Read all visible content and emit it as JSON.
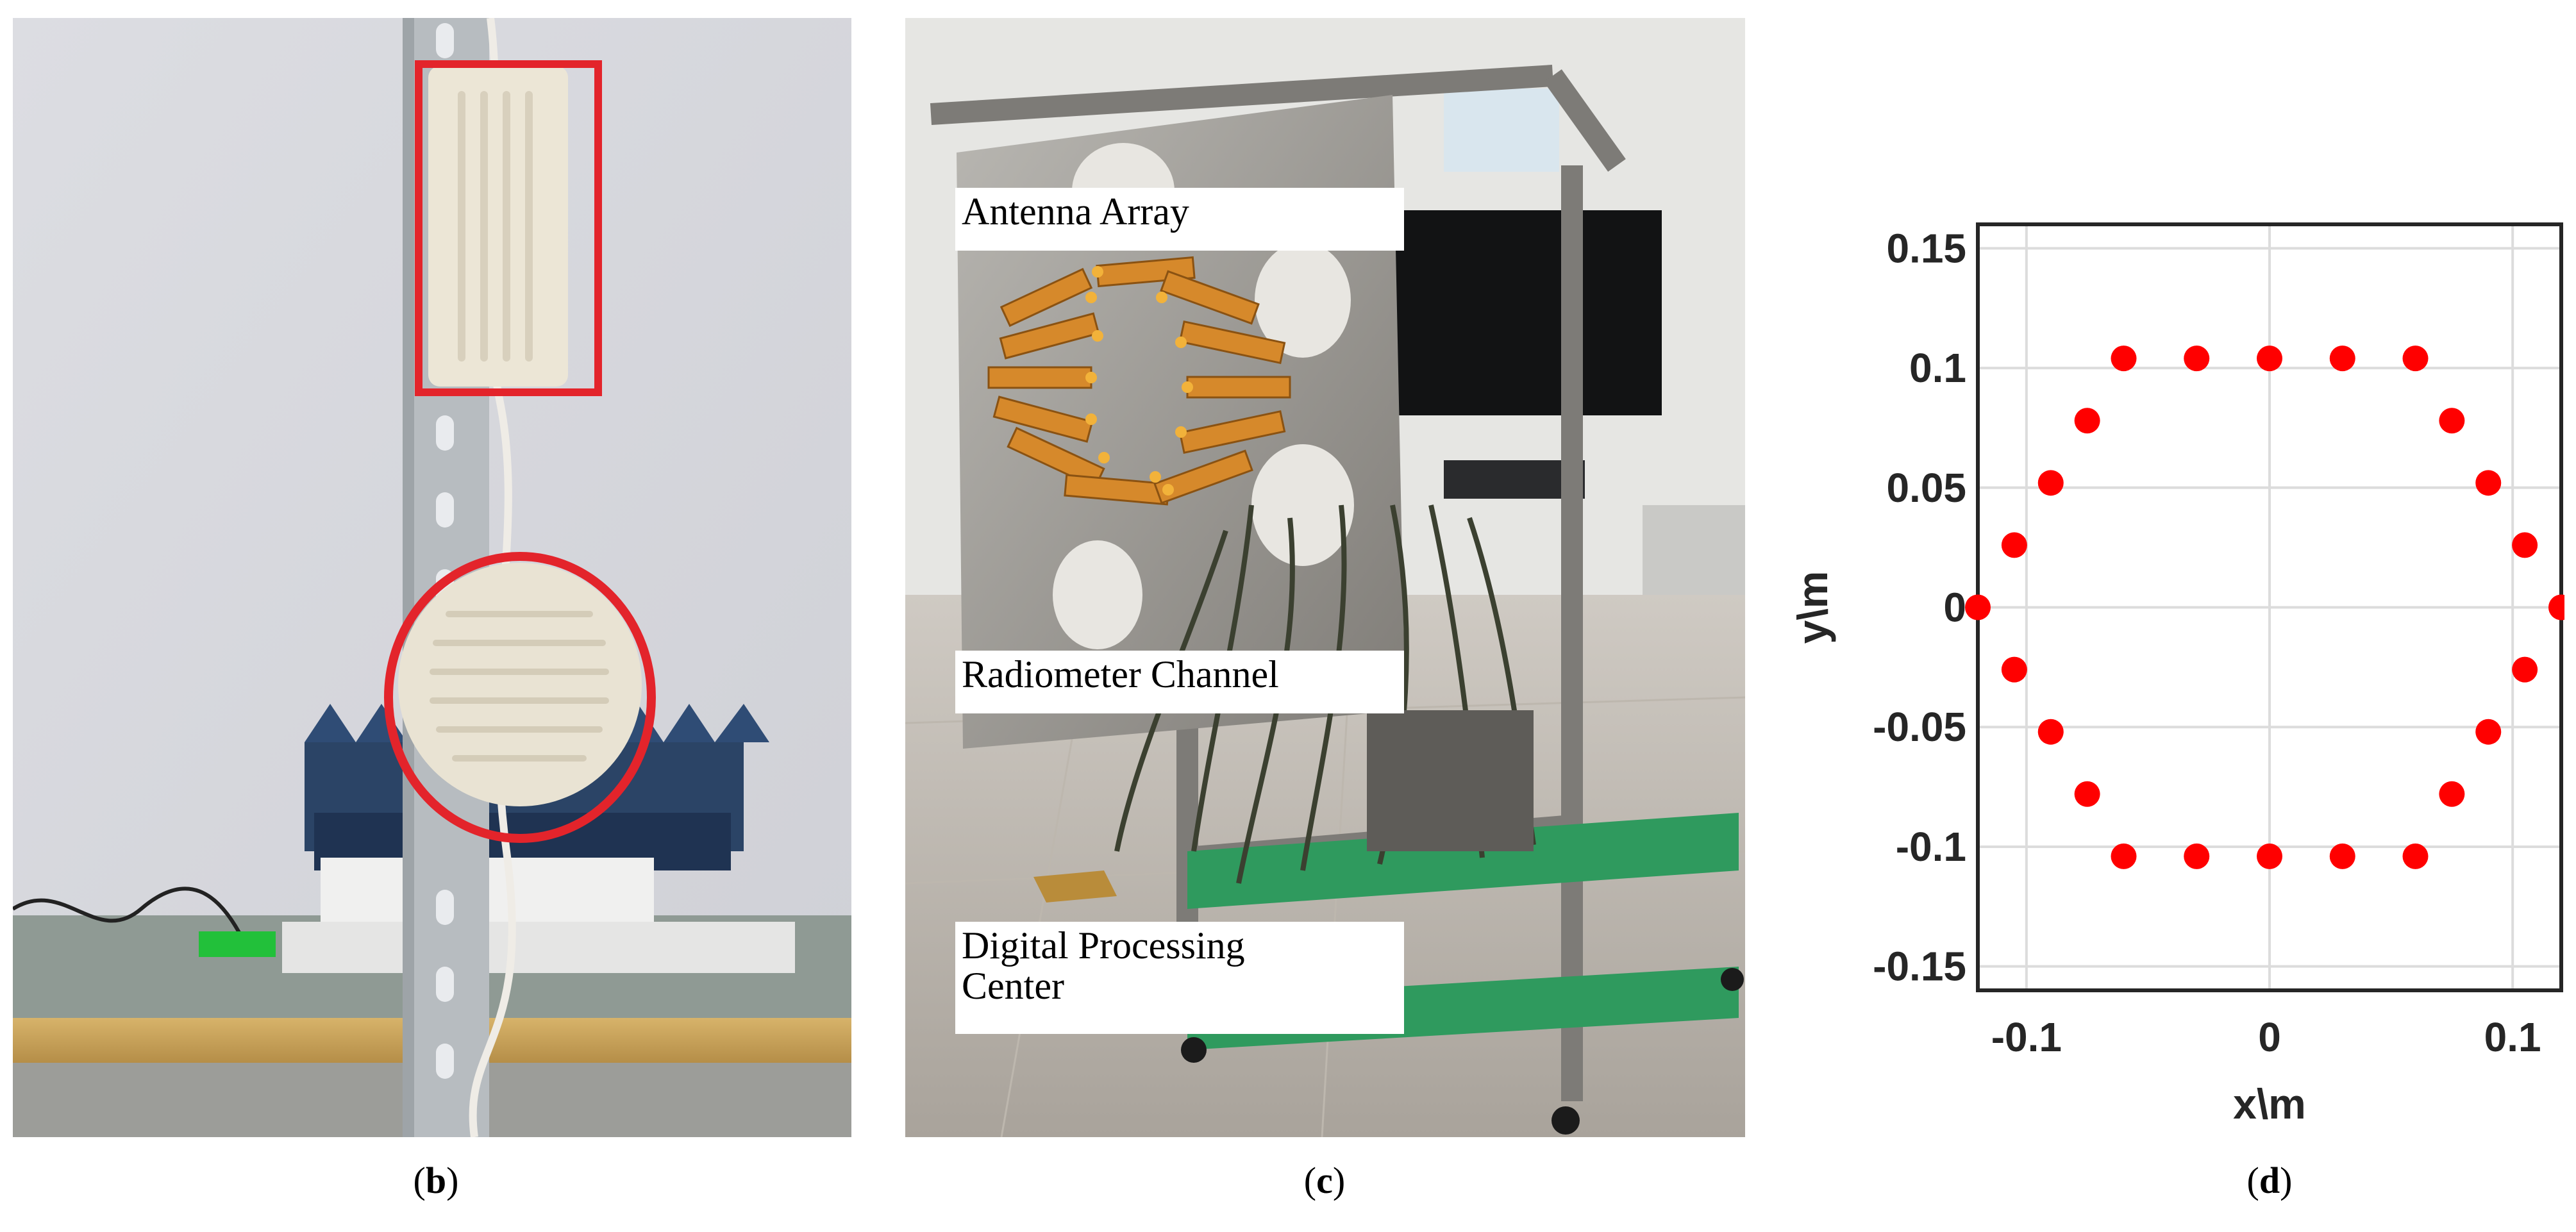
{
  "panels": {
    "b": {
      "caption_open": "(",
      "caption_letter": "b",
      "caption_close": ")"
    },
    "c": {
      "caption_open": "(",
      "caption_letter": "c",
      "caption_close": ")",
      "labels": {
        "antenna": "Antenna Array",
        "radiometer": "Radiometer Channel",
        "digital_line1": "Digital Processing",
        "digital_line2": "Center"
      }
    },
    "d": {
      "caption_open": "(",
      "caption_letter": "d",
      "caption_close": ")"
    }
  },
  "colors": {
    "highlight_red": "#e3242b",
    "marker_red": "#ff0000",
    "grid": "#dcdcdc"
  },
  "chart_data": {
    "type": "scatter",
    "title": "",
    "xlabel": "x\\m",
    "ylabel": "y\\m",
    "xlim": [
      -0.12,
      0.12
    ],
    "ylim": [
      -0.16,
      0.16
    ],
    "xticks": [
      -0.1,
      0,
      0.1
    ],
    "xtick_labels": [
      "-0.1",
      "0",
      "0.1"
    ],
    "yticks": [
      0.15,
      0.1,
      0.05,
      0,
      -0.05,
      -0.1,
      -0.15
    ],
    "ytick_labels": [
      "0.15",
      "0.1",
      "0.05",
      "0",
      "-0.05",
      "-0.1",
      "-0.15"
    ],
    "grid": true,
    "series": [
      {
        "marker": "filled-circle",
        "points": [
          [
            -0.06,
            0.104
          ],
          [
            -0.03,
            0.104
          ],
          [
            0,
            0.104
          ],
          [
            0.03,
            0.104
          ],
          [
            0.06,
            0.104
          ],
          [
            -0.075,
            0.078
          ],
          [
            0.075,
            0.078
          ],
          [
            -0.09,
            0.052
          ],
          [
            0.09,
            0.052
          ],
          [
            -0.105,
            0.026
          ],
          [
            0.105,
            0.026
          ],
          [
            -0.12,
            0
          ],
          [
            0.12,
            0
          ],
          [
            -0.105,
            -0.026
          ],
          [
            0.105,
            -0.026
          ],
          [
            -0.09,
            -0.052
          ],
          [
            0.09,
            -0.052
          ],
          [
            -0.075,
            -0.078
          ],
          [
            0.075,
            -0.078
          ],
          [
            -0.06,
            -0.104
          ],
          [
            -0.03,
            -0.104
          ],
          [
            0,
            -0.104
          ],
          [
            0.03,
            -0.104
          ],
          [
            0.06,
            -0.104
          ]
        ]
      }
    ]
  }
}
